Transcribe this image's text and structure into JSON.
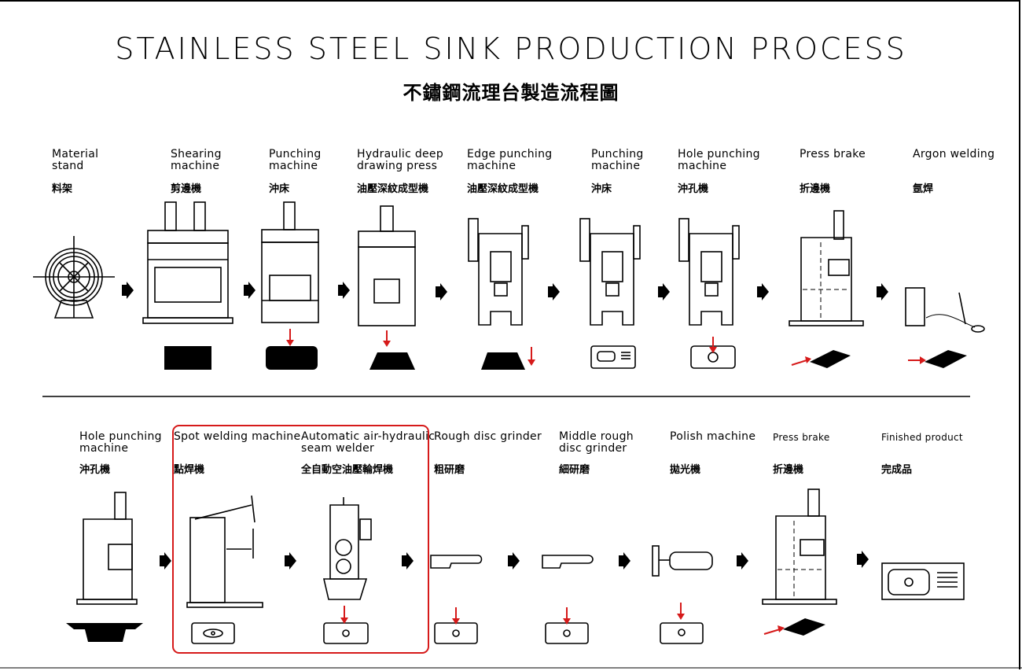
{
  "title": "STAINLESS STEEL SINK PRODUCTION PROCESS",
  "subtitle": "不鏽鋼流理台製造流程圖",
  "colors": {
    "line": "#000000",
    "highlight": "#d61a1a"
  },
  "row1": [
    {
      "en": "Material\nstand",
      "zh": "料架"
    },
    {
      "en": "Shearing\nmachine",
      "zh": "剪邊機"
    },
    {
      "en": "Punching\nmachine",
      "zh": "沖床"
    },
    {
      "en": "Hydraulic deep\ndrawing press",
      "zh": "油壓深紋成型機"
    },
    {
      "en": "Edge punching\nmachine",
      "zh": "油壓深紋成型機"
    },
    {
      "en": "Punching\nmachine",
      "zh": "沖床"
    },
    {
      "en": "Hole punching\nmachine",
      "zh": "沖孔機"
    },
    {
      "en": "Press brake",
      "zh": "折邊機"
    },
    {
      "en": "Argon welding",
      "zh": "氬焊"
    }
  ],
  "row2": [
    {
      "en": "Hole punching\nmachine",
      "zh": "沖孔機"
    },
    {
      "en": "Spot welding machine",
      "zh": "點焊機"
    },
    {
      "en": "Automatic air-hydraulic\nseam welder",
      "zh": "全自動空油壓輪焊機"
    },
    {
      "en": "Rough disc grinder",
      "zh": "粗研磨"
    },
    {
      "en": "Middle rough\ndisc grinder",
      "zh": "細研磨"
    },
    {
      "en": "Polish machine",
      "zh": "拋光機"
    },
    {
      "en": "Press brake",
      "zh": "折邊機"
    },
    {
      "en": "Finished product",
      "zh": "完成品"
    }
  ]
}
